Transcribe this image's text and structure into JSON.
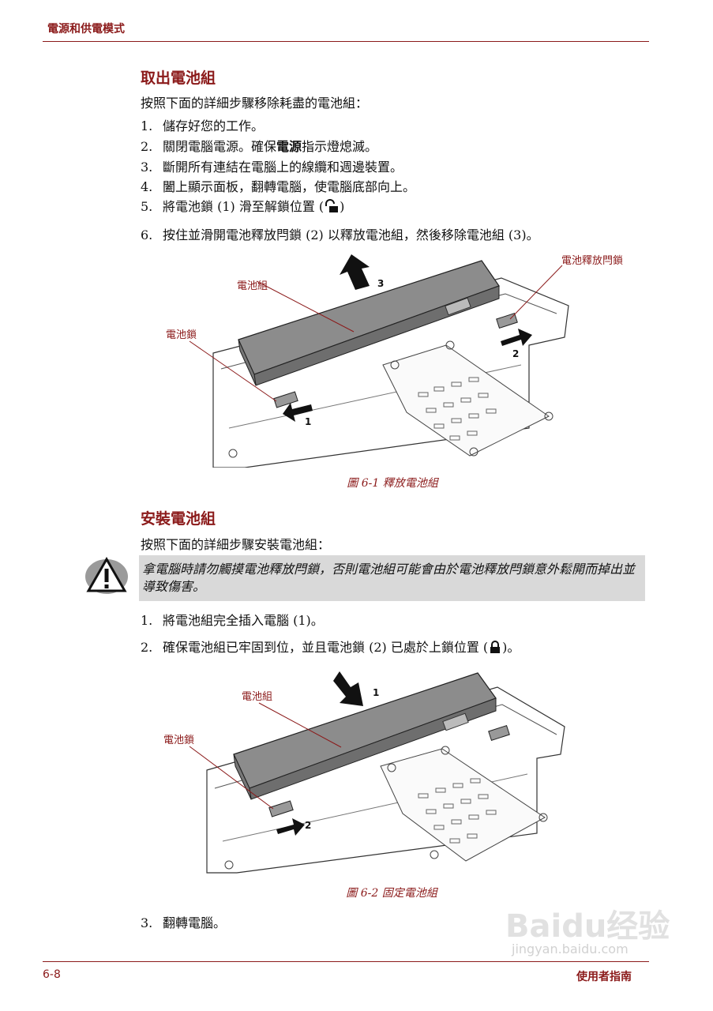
{
  "header": {
    "title": "電源和供電模式"
  },
  "section1": {
    "heading": "取出電池組",
    "intro": "按照下面的詳細步驟移除耗盡的電池組：",
    "steps": [
      {
        "num": "1.",
        "text": "儲存好您的工作。"
      },
      {
        "num": "2.",
        "pre": "關閉電腦電源。確保",
        "bold": "電源",
        "post": "指示燈熄滅。"
      },
      {
        "num": "3.",
        "text": "斷開所有連結在電腦上的線纜和週邊裝置。"
      },
      {
        "num": "4.",
        "text": "闔上顯示面板，翻轉電腦，使電腦底部向上。"
      },
      {
        "num": "5.",
        "pre": "將電池鎖 (1) 滑至解鎖位置 (",
        "post": ")"
      },
      {
        "num": "6.",
        "text": "按住並滑開電池釋放閂鎖 (2) 以釋放電池組，然後移除電池組 (3)。"
      }
    ],
    "figure": {
      "labels": {
        "pack": "電池組",
        "lock": "電池鎖",
        "latch": "電池釋放閂鎖"
      },
      "numbers": [
        "1",
        "2",
        "3"
      ],
      "caption": "圖 6-1 釋放電池組"
    }
  },
  "section2": {
    "heading": "安裝電池組",
    "intro": "按照下面的詳細步驟安裝電池組：",
    "warning": "拿電腦時請勿觸摸電池釋放閂鎖，否則電池組可能會由於電池釋放閂鎖意外鬆開而掉出並導致傷害。",
    "steps": [
      {
        "num": "1.",
        "text": "將電池組完全插入電腦 (1)。"
      },
      {
        "num": "2.",
        "pre": "確保電池組已牢固到位，並且電池鎖 (2) 已處於上鎖位置 (",
        "post": ")。"
      },
      {
        "num": "3.",
        "text": "翻轉電腦。"
      }
    ],
    "figure": {
      "labels": {
        "pack": "電池組",
        "lock": "電池鎖"
      },
      "numbers": [
        "1",
        "2"
      ],
      "caption": "圖 6-2 固定電池組"
    }
  },
  "footer": {
    "page": "6-8",
    "guide": "使用者指南"
  },
  "watermark": {
    "brand": "Baidu经验",
    "url": "jingyan.baidu.com"
  },
  "colors": {
    "accent": "#8b1a1a",
    "warnbg": "#d9d9d9"
  }
}
